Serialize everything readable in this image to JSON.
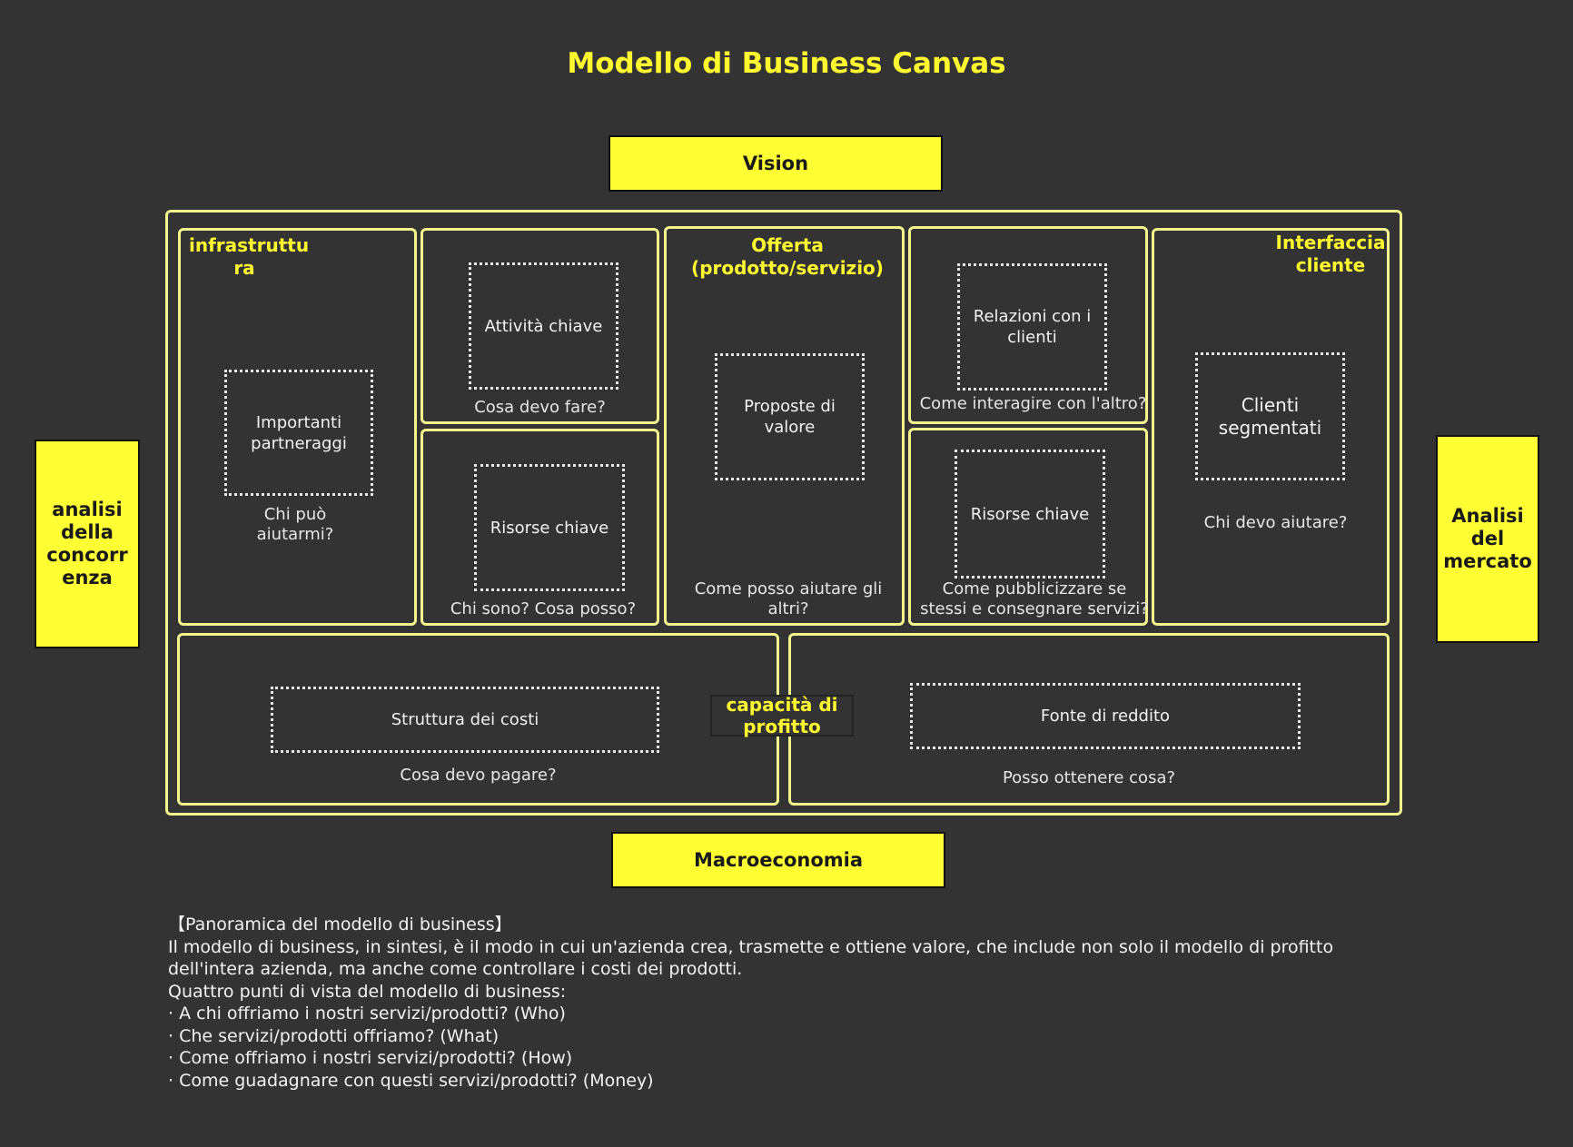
{
  "title": "Modello di Business Canvas",
  "top_label": "Vision",
  "bottom_label": "Macroeconomia",
  "left_label": "analisi della concorr enza",
  "right_label": "Analisi del mercato",
  "infrastructure": {
    "header": "infrastruttu ra",
    "box": "Importanti partneraggi",
    "question": "Chi può aiutarmi?"
  },
  "key_activities": {
    "box": "Attività chiave",
    "question": "Cosa devo fare?"
  },
  "key_resources_left": {
    "box": "Risorse chiave",
    "question": "Chi sono? Cosa posso?"
  },
  "offer": {
    "header": "Offerta (prodotto/servizio)",
    "box": "Proposte di valore",
    "question": "Come posso aiutare gli altri?"
  },
  "customer_relations": {
    "box": "Relazioni con i clienti",
    "question": "Come interagire con l'altro?"
  },
  "key_resources_right": {
    "box": "Risorse chiave",
    "question": "Come pubblicizzare se stessi e consegnare servizi?"
  },
  "customer_interface": {
    "header": "Interfaccia cliente",
    "box": "Clienti segmentati",
    "question": "Chi devo aiutare?"
  },
  "cost_structure": {
    "box": "Struttura dei costi",
    "question": "Cosa devo pagare?"
  },
  "profit_capacity": "capacità di profitto",
  "revenue": {
    "box": "Fonte di reddito",
    "question": "Posso ottenere cosa?"
  },
  "overview": {
    "heading": "【Panoramica del modello di business】",
    "paragraph": "Il modello di business, in sintesi, è il modo in cui un'azienda crea, trasmette e ottiene valore, che include non solo il modello di profitto dell'intera azienda, ma anche come controllare i costi dei prodotti.",
    "points_intro": "Quattro punti di vista del modello di business:",
    "points": [
      "· A chi offriamo i nostri servizi/prodotti? (Who)",
      "· Che servizi/prodotti offriamo? (What)",
      "· Come offriamo i nostri servizi/prodotti? (How)",
      "· Come guadagnare con questi servizi/prodotti? (Money)"
    ]
  },
  "colors": {
    "background": "#333333",
    "accent_yellow": "#ffff33",
    "border_yellow": "#f4f48e",
    "text": "#e8e8e8"
  }
}
